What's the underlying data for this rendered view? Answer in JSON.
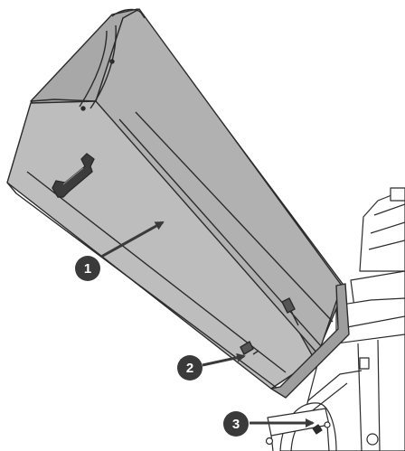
{
  "callouts": [
    {
      "label": "1"
    },
    {
      "label": "2"
    },
    {
      "label": "3"
    }
  ],
  "colors": {
    "chute_fill": "#b9b9b9",
    "chute_shade": "#a6a6a6",
    "outline": "#2b2b2b",
    "callout_fill": "#3a3a3a",
    "callout_text": "#ffffff"
  }
}
